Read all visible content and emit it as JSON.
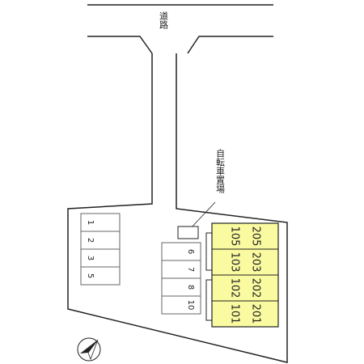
{
  "road": {
    "label": "道路"
  },
  "bike_parking": {
    "label": "自転車置場"
  },
  "parking_left": [
    "1",
    "2",
    "3",
    "5"
  ],
  "parking_right": [
    "6",
    "7",
    "8",
    "10"
  ],
  "building": {
    "rows": [
      {
        "upper": "205",
        "lower": "105"
      },
      {
        "upper": "203",
        "lower": "103"
      },
      {
        "upper": "202",
        "lower": "102"
      },
      {
        "upper": "201",
        "lower": "101"
      }
    ]
  },
  "colors": {
    "building_fill": "#fafaa0",
    "line": "#222222"
  },
  "compass": {
    "icon": "north-arrow-icon"
  }
}
